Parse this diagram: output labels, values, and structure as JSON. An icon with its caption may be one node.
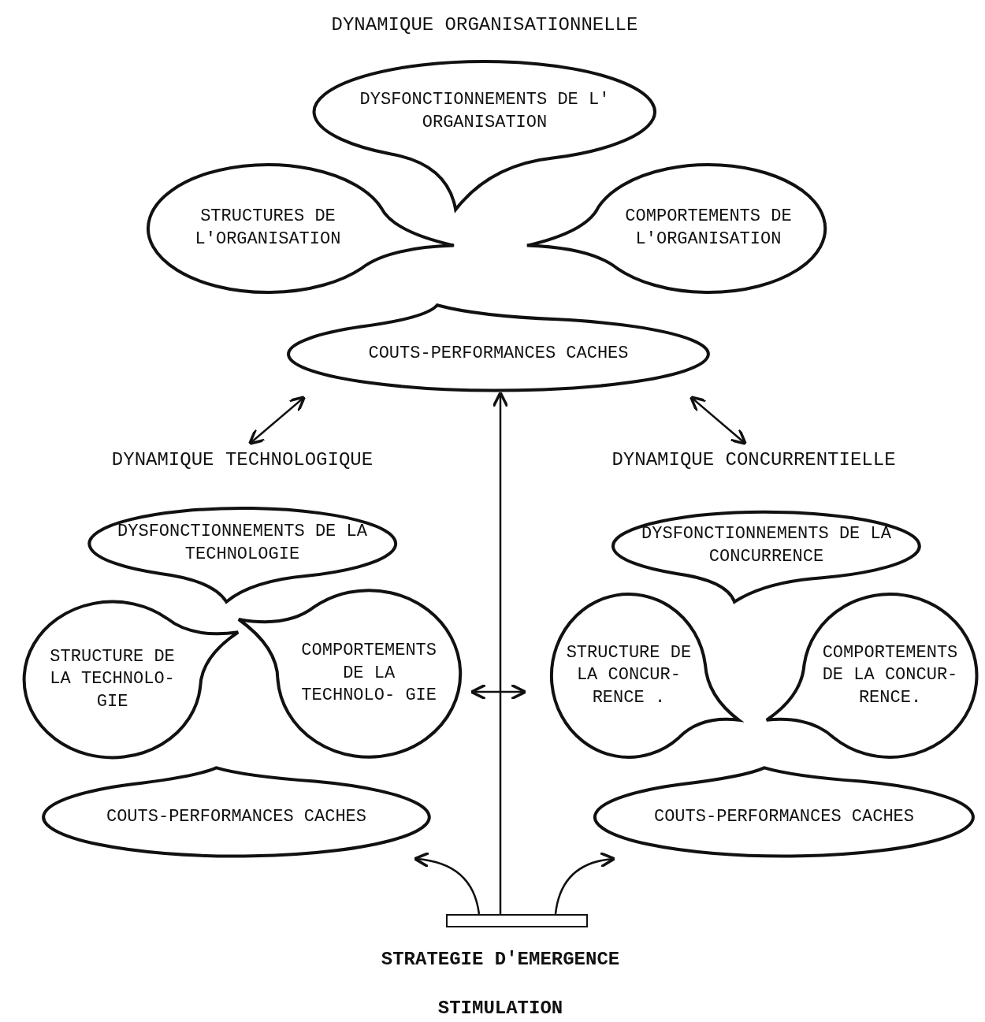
{
  "diagram": {
    "nodes": [
      {
        "text": [
          "DYNAMIQUE ORGANISATIONNELLE"
        ]
      },
      {
        "text": [
          "DYSFONCTIONNEMENTS DE L' ORGANISATION"
        ],
        "in": 0
      },
      {
        "text": [
          "STRUCTURES DE L'ORGANISATION"
        ],
        "in": 0
      },
      {
        "text": [
          "COMPORTEMENTS DE L'ORGANISATION"
        ],
        "in": 0
      },
      {
        "text": [
          "COUTS-PERFORMANCES CACHES"
        ],
        "in": 0
      },
      {
        "text": [
          "DYNAMIQUE TECHNOLOGIQUE"
        ]
      },
      {
        "text": [
          "DYSFONCTIONNEMENTS DE LA TECHNOLOGIE"
        ],
        "in": 5
      },
      {
        "text": [
          "STRUCTURE DE LA TECHNOLO- GIE"
        ],
        "in": 5
      },
      {
        "text": [
          "COMPORTEMENTS DE LA TECHNOLO- GIE"
        ],
        "in": 5
      },
      {
        "text": [
          "COUTS-PERFORMANCES CACHES"
        ],
        "in": 5
      },
      {
        "text": [
          "DYNAMIQUE CONCURRENTIELLE"
        ]
      },
      {
        "text": [
          "DYSFONCTIONNEMENTS DE LA CONCURRENCE"
        ],
        "in": 10
      },
      {
        "text": [
          "STRUCTURE DE LA CONCUR- RENCE ."
        ],
        "in": 10
      },
      {
        "text": [
          "COMPORTEMENTS DE LA CONCUR- RENCE."
        ],
        "in": 10
      },
      {
        "text": [
          "COUTS-PERFORMANCES CACHES"
        ],
        "in": 10
      },
      {
        "text": [
          "STRATEGIE D'EMERGENCE",
          "STIMULATION"
        ]
      }
    ],
    "edges": [
      {
        "from": 0,
        "to": 5,
        "arrow": "both"
      },
      {
        "from": 0,
        "to": 10,
        "arrow": "both"
      },
      {
        "from": 5,
        "to": 10,
        "arrow": "both"
      },
      {
        "from": 15,
        "to": 4,
        "arrow": "to"
      },
      {
        "from": 15,
        "to": 9,
        "arrow": "to"
      },
      {
        "from": 15,
        "to": 14,
        "arrow": "to"
      }
    ]
  }
}
